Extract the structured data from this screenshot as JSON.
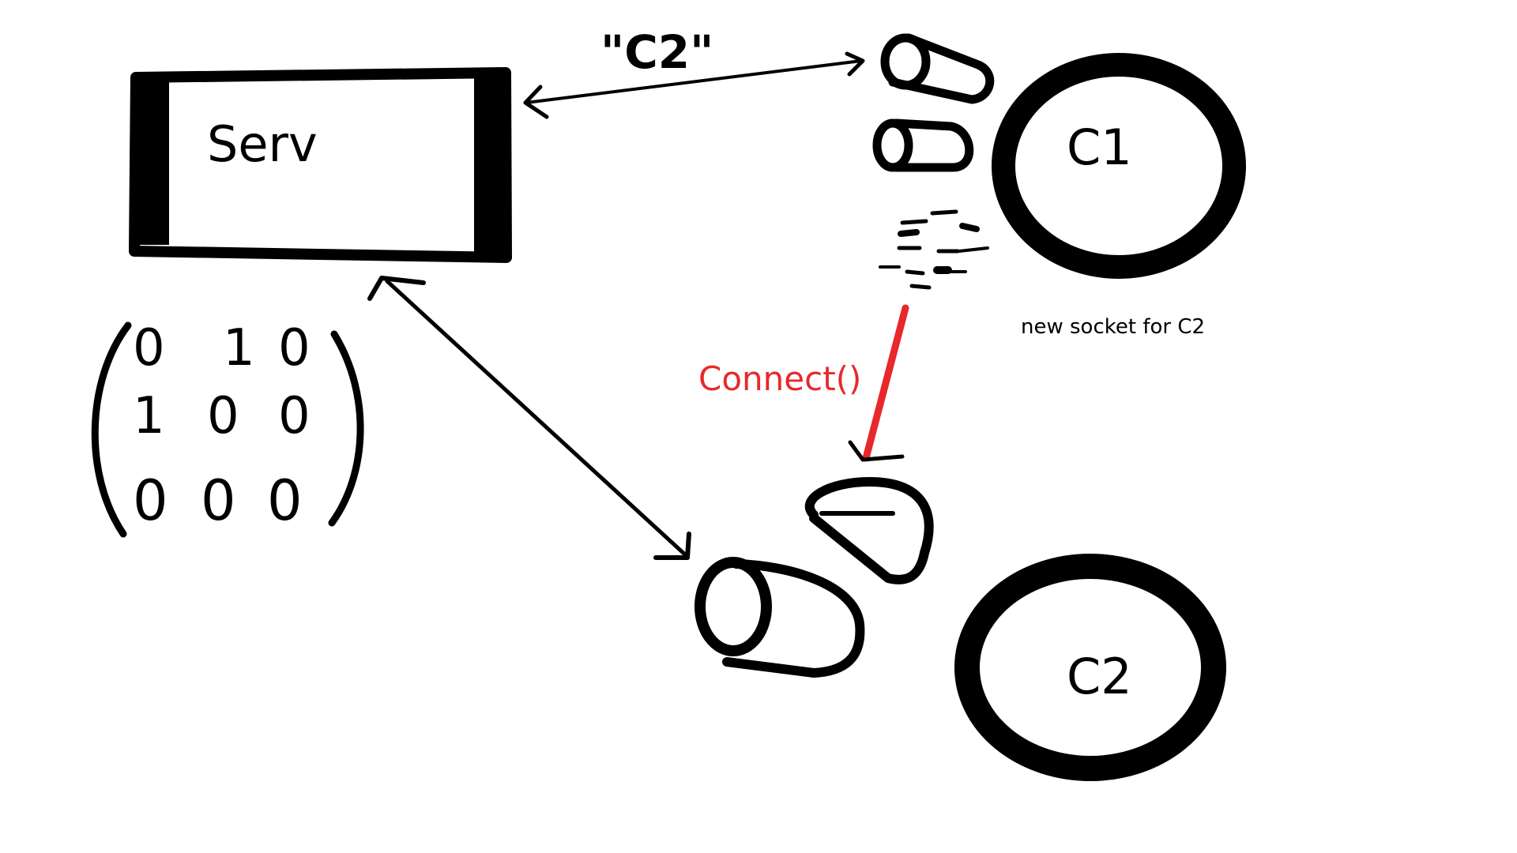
{
  "diagram": {
    "nodes": {
      "server": {
        "label": "Serv"
      },
      "client1": {
        "label": "C1"
      },
      "client2": {
        "label": "C2"
      }
    },
    "annotations": {
      "message": "\"C2\"",
      "connect": "Connect()",
      "new_socket": "new socket for C2"
    },
    "matrix": {
      "rows": [
        [
          "0",
          "1",
          "0"
        ],
        [
          "1",
          "0",
          "0"
        ],
        [
          "0",
          "0",
          "0"
        ]
      ]
    },
    "colors": {
      "ink": "#000000",
      "connect_arrow": "#e8282b",
      "background": "#ffffff"
    }
  }
}
